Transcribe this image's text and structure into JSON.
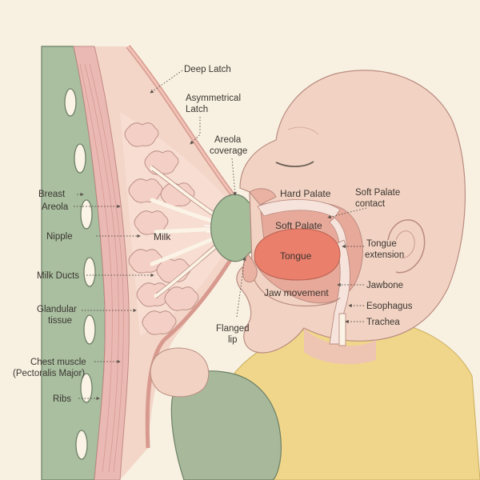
{
  "labels": {
    "deep_latch": "Deep Latch",
    "asym_1": "Asymmetrical",
    "asym_2": "Latch",
    "areola_cov_1": "Areola",
    "areola_cov_2": "coverage",
    "hard_palate": "Hard Palate",
    "soft_palate_contact_1": "Soft Palate",
    "soft_palate_contact_2": "contact",
    "soft_palate": "Soft Palate",
    "tongue": "Tongue",
    "tongue_ext_1": "Tongue",
    "tongue_ext_2": "extension",
    "jawbone": "Jawbone",
    "jaw_movement": "Jaw movement",
    "esophagus": "Esophagus",
    "trachea": "Trachea",
    "flanged_1": "Flanged",
    "flanged_2": "lip",
    "breast": "Breast",
    "areola": "Areola",
    "nipple": "Nipple",
    "milk": "Milk",
    "milk_ducts": "Milk Ducts",
    "glandular_1": "Glandular",
    "glandular_2": "tissue",
    "chest_1": "Chest muscle",
    "chest_2": "(Pectoralis Major)",
    "ribs": "Ribs"
  },
  "colors": {
    "background": "#f8f1e2",
    "skin_breast": "#f3d6c8",
    "skin_baby": "#f2d3c3",
    "chest_wall": "#a9bfa0",
    "rib_fill": "#fbf4e6",
    "muscle": "#ebb9b3",
    "glandular": "#f4cfc6",
    "areola": "#a6bd9a",
    "tongue": "#ea7f6c",
    "clothing_yellow": "#f0d68a",
    "clothing_green": "#a7b99a"
  }
}
